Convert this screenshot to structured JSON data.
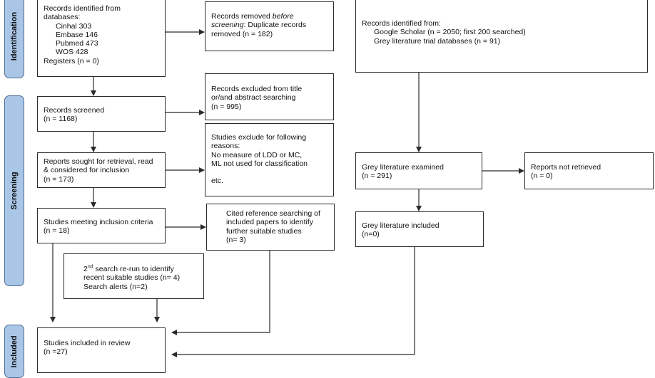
{
  "stages": {
    "identification": "Identification",
    "screening": "Screening",
    "included": "Included"
  },
  "identified": {
    "line1": "Records identified from",
    "line2": "databases:",
    "cinhal": "Cinhal 303",
    "embase": "Embase 146",
    "pubmed": "Pubmed 473",
    "wos": "WOS 428",
    "registers": "Registers (n = 0)"
  },
  "removed": {
    "line1_a": "Records removed ",
    "line1_b": "before",
    "line2_a": "screening",
    "line2_b": ": Duplicate records",
    "line3": "removed (n = 182)"
  },
  "other_sources": {
    "line1": "Records identified from:",
    "scholar": "Google Scholar (n = 2050; first 200 searched)",
    "grey": "Grey literature trial databases (n = 91)"
  },
  "screened": {
    "line1": "Records screened",
    "line2": "(n = 1168)"
  },
  "excluded": {
    "line1": "Records excluded from title",
    "line2": "or/and abstract searching",
    "line3": "(n = 995)"
  },
  "sought": {
    "line1": "Reports sought for retrieval, read",
    "line2": "& considered for inclusion",
    "line3": "(n = 173)"
  },
  "excluded_reasons": {
    "line1": "Studies exclude for following",
    "line2": "reasons:",
    "line3": "No measure of LDD or MC,",
    "line4": "ML not used for classification",
    "line5": "etc."
  },
  "grey_examined": {
    "line1": "Grey literature examined",
    "line2": "(n = 291)"
  },
  "not_retrieved": {
    "line1": "Reports not retrieved",
    "line2": "(n = 0)"
  },
  "meeting": {
    "line1": "Studies meeting inclusion criteria",
    "line2": "(n = 18)"
  },
  "cited": {
    "line1": "Cited reference searching of",
    "line2": "included papers to identify",
    "line3": "further suitable studies",
    "line4": "(n= 3)"
  },
  "grey_included": {
    "line1": "Grey literature included",
    "line2": "(n=0)"
  },
  "rerun": {
    "num": "2",
    "sup": "nd",
    "line1_rest": " search re-run to identify",
    "line2": "recent suitable studies (n= 4)",
    "line3": "Search alerts (n=2)"
  },
  "included_review": {
    "line1": "Studies included in review",
    "line2": "(n =27)"
  },
  "colors": {
    "stage_fill": "#a9c6e7",
    "stage_border": "#4f6e94",
    "line": "#2b2b2b"
  }
}
